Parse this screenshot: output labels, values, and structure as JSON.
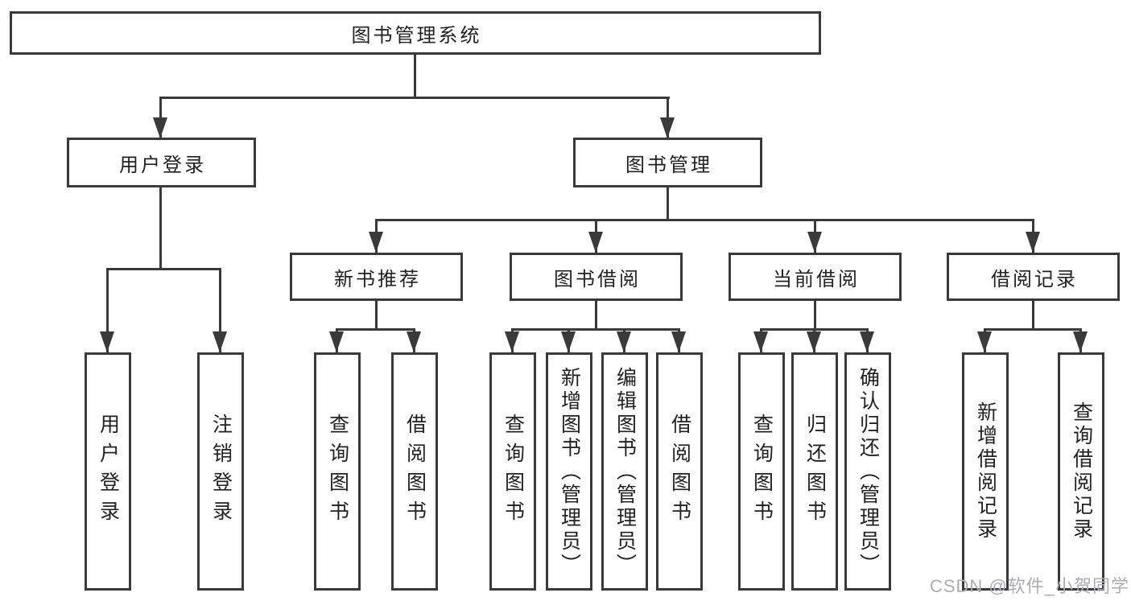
{
  "diagram": {
    "root": {
      "label": "图书管理系统"
    },
    "level2": [
      {
        "label": "用户登录"
      },
      {
        "label": "图书管理"
      }
    ],
    "level3": [
      {
        "label": "新书推荐"
      },
      {
        "label": "图书借阅"
      },
      {
        "label": "当前借阅"
      },
      {
        "label": "借阅记录"
      }
    ],
    "leaves": {
      "user_login": [
        {
          "label": "用户登录"
        },
        {
          "label": "注销登录"
        }
      ],
      "new_book_recommend": [
        {
          "label": "查询图书"
        },
        {
          "label": "借阅图书"
        }
      ],
      "book_borrow": [
        {
          "label": "查询图书"
        },
        {
          "label": "新增图书（管理员）"
        },
        {
          "label": "编辑图书（管理员）"
        },
        {
          "label": "借阅图书"
        }
      ],
      "current_borrow": [
        {
          "label": "查询图书"
        },
        {
          "label": "归还图书"
        },
        {
          "label": "确认归还（管理员）"
        }
      ],
      "borrow_record": [
        {
          "label": "新增借阅记录"
        },
        {
          "label": "查询借阅记录"
        }
      ]
    }
  },
  "watermark": {
    "text": "CSDN @软件_小贺同学"
  },
  "colors": {
    "line": "#3a3a3a",
    "text": "#222222",
    "background": "#ffffff",
    "watermark": "#abadb1"
  }
}
